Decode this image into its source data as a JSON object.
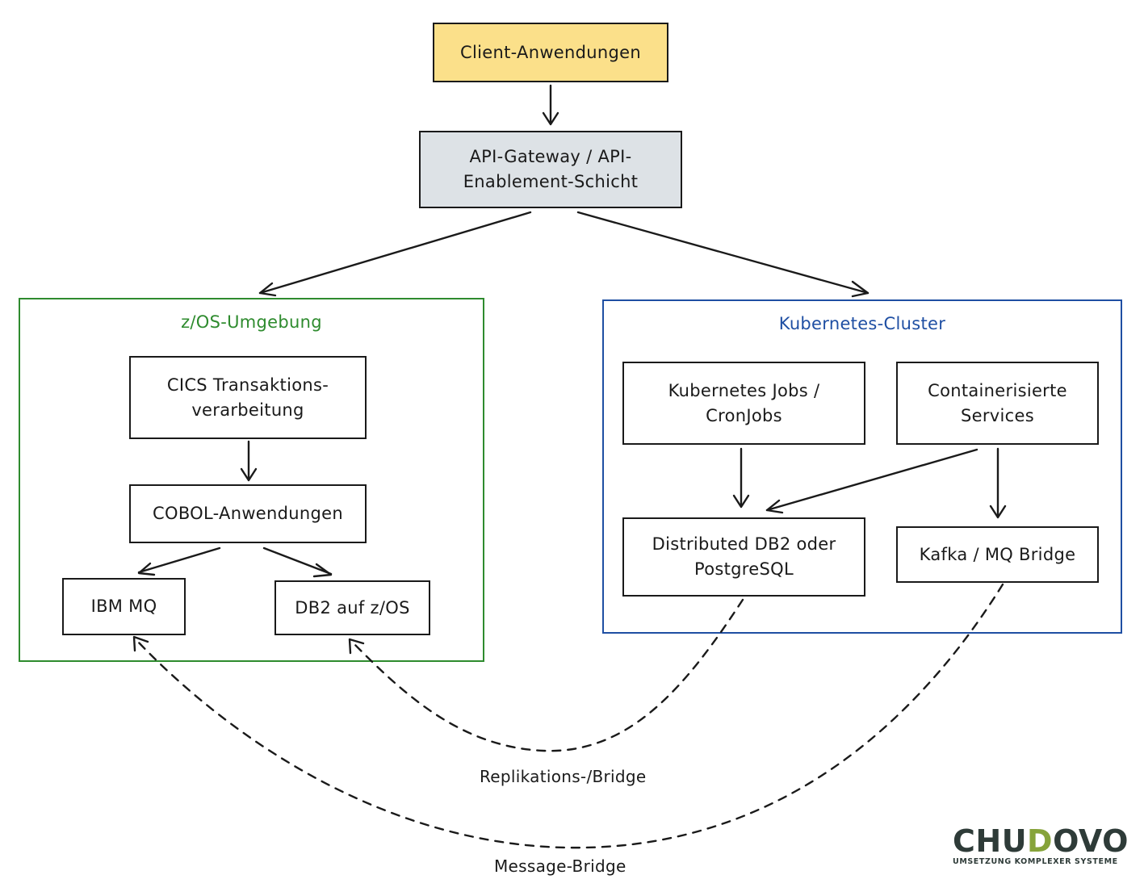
{
  "nodes": {
    "client": "Client-Anwendungen",
    "gateway_line1": "API-Gateway / API-",
    "gateway_line2": "Enablement-Schicht",
    "cics_line1": "CICS Transaktions-",
    "cics_line2": "verarbeitung",
    "cobol": "COBOL-Anwendungen",
    "ibm_mq": "IBM MQ",
    "db2_zos": "DB2 auf z/OS",
    "k8s_jobs_line1": "Kubernetes Jobs /",
    "k8s_jobs_line2": "CronJobs",
    "containers_line1": "Containerisierte",
    "containers_line2": "Services",
    "distributed_db_line1": "Distributed DB2 oder",
    "distributed_db_line2": "PostgreSQL",
    "kafka": "Kafka / MQ Bridge"
  },
  "groups": {
    "zos": {
      "title": "z/OS-Umgebung",
      "color": "#2e8b2e"
    },
    "k8s": {
      "title": "Kubernetes-Cluster",
      "color": "#1f4fa3"
    }
  },
  "edge_labels": {
    "replication": "Replikations-/Bridge",
    "message": "Message-Bridge"
  },
  "colors": {
    "client_fill": "#fbe08a",
    "gateway_fill": "#dde2e6",
    "stroke": "#1a1a1a"
  },
  "logo": {
    "word_start": "CHU",
    "word_accent": "D",
    "word_end": "OVO",
    "tagline": "UMSETZUNG KOMPLEXER SYSTEME"
  }
}
